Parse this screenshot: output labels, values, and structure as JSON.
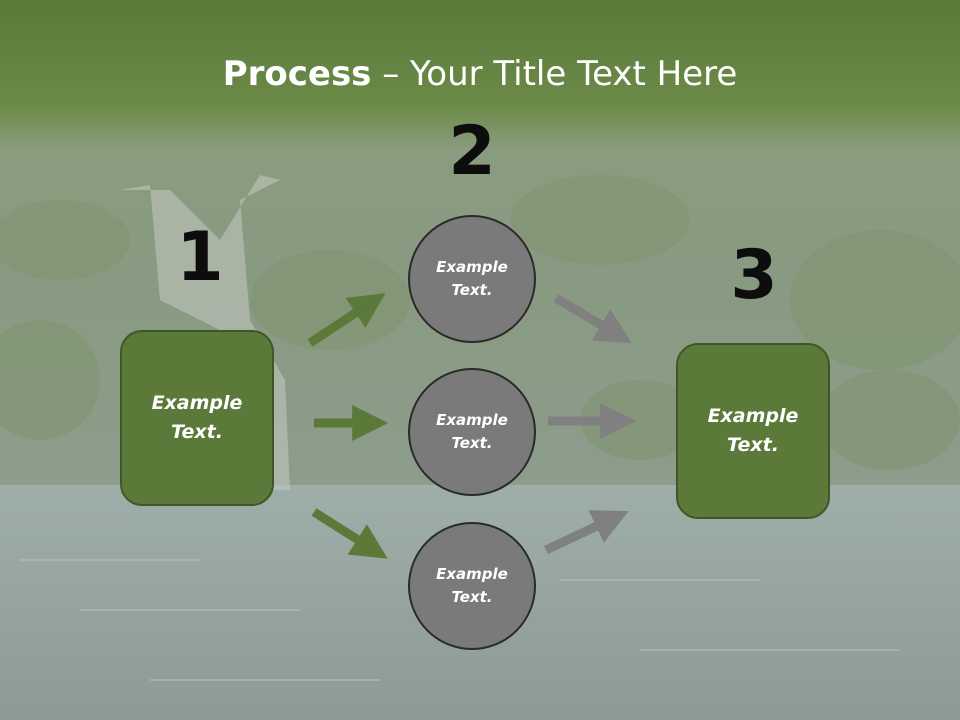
{
  "title": {
    "bold": "Process",
    "rest": " – Your Title Text Here"
  },
  "steps": {
    "n1": "1",
    "n2": "2",
    "n3": "3"
  },
  "left_box": {
    "line1": "Example",
    "line2": "Text."
  },
  "right_box": {
    "line1": "Example",
    "line2": "Text."
  },
  "circles": [
    {
      "line1": "Example",
      "line2": "Text."
    },
    {
      "line1": "Example",
      "line2": "Text."
    },
    {
      "line1": "Example",
      "line2": "Text."
    }
  ],
  "colors": {
    "green": "#5b7a3a",
    "gray": "#7a7a7a",
    "arrow_green": "#5b7a3a",
    "arrow_gray": "#7f7f7f"
  }
}
